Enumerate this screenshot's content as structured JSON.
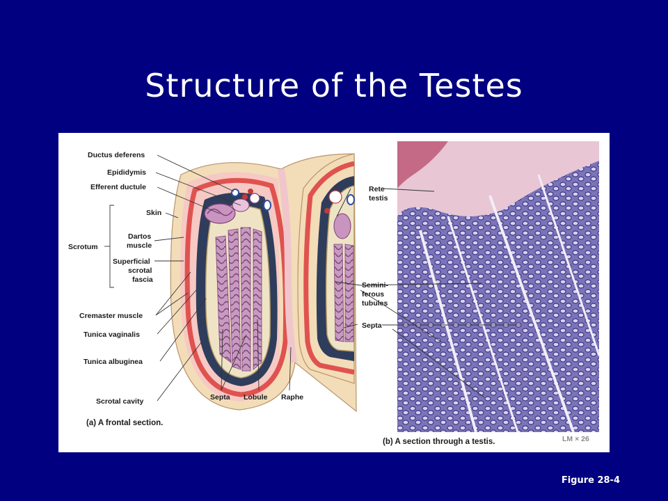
{
  "slide": {
    "title": "Structure of the Testes",
    "figure_ref": "Figure 28-4"
  },
  "diagram": {
    "left_labels": {
      "ductus_deferens": "Ductus deferens",
      "epididymis": "Epididymis",
      "efferent_ductule": "Efferent ductule",
      "skin": "Skin",
      "dartos_1": "Dartos",
      "dartos_2": "muscle",
      "scrotum": "Scrotum",
      "superficial_1": "Superficial",
      "superficial_2": "scrotal",
      "superficial_3": "fascia",
      "cremaster": "Cremaster muscle",
      "tunica_vaginalis": "Tunica vaginalis",
      "tunica_albuginea": "Tunica albuginea",
      "scrotal_cavity": "Scrotal cavity"
    },
    "bottom_labels": {
      "septa": "Septa",
      "lobule": "Lobule",
      "raphe": "Raphe"
    },
    "right_labels": {
      "rete_1": "Rete",
      "rete_2": "testis",
      "semini_1": "Semini-",
      "semini_2": "ferous",
      "semini_3": "tubules",
      "septa": "Septa"
    },
    "caption_a": "(a) A frontal section.",
    "caption_b": "(b) A section through a testis.",
    "magnification": "LM × 26"
  },
  "colors": {
    "background": "#000080",
    "skin": "#f3dcb8",
    "muscle": "#e0524f",
    "tunica": "#2f3d5c",
    "tubules": "#a76ba0",
    "micrograph": "#6a62a8"
  }
}
